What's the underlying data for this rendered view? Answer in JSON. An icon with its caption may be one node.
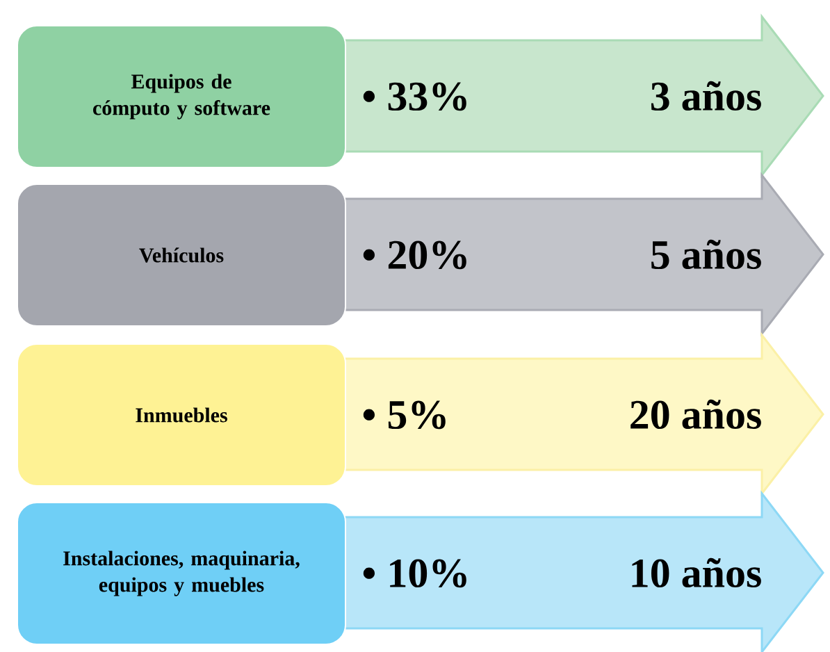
{
  "diagram": {
    "nodes": [
      {
        "text": [
          "Equipos de cómputo y software"
        ]
      },
      {
        "text": [
          "• 33%",
          "3 años"
        ]
      },
      {
        "text": [
          "Vehículos"
        ]
      },
      {
        "text": [
          "• 20%",
          "5 años"
        ]
      },
      {
        "text": [
          "Inmuebles"
        ]
      },
      {
        "text": [
          "• 5%",
          "20 años"
        ]
      },
      {
        "text": [
          "Instalaciones, maquinaria, equipos y muebles"
        ]
      },
      {
        "text": [
          "• 10%",
          "10 años"
        ]
      }
    ]
  }
}
